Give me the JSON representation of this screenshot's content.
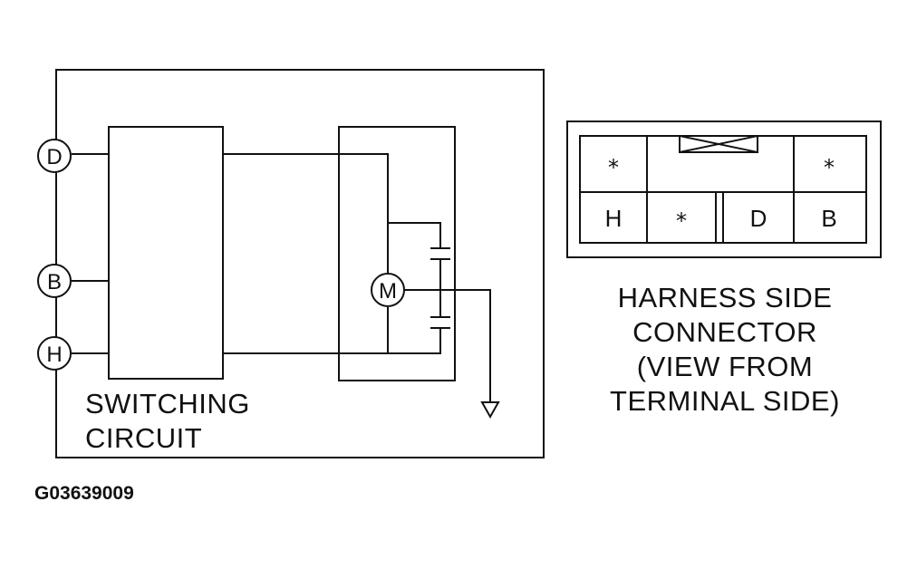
{
  "circuit": {
    "terminals": [
      "D",
      "B",
      "H"
    ],
    "motor_label": "M",
    "switching_label": [
      "SWITCHING",
      "CIRCUIT"
    ]
  },
  "connector": {
    "top_row": [
      "*",
      "*"
    ],
    "bottom_row": [
      "H",
      "*",
      "D",
      "B"
    ],
    "caption": [
      "HARNESS SIDE",
      "CONNECTOR",
      "(VIEW FROM",
      "TERMINAL SIDE)"
    ]
  },
  "figure_id": "G03639009"
}
